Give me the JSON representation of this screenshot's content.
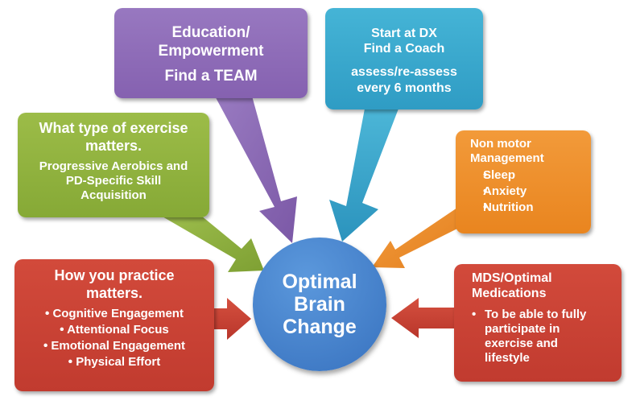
{
  "colors": {
    "purple": "#8d6ab5",
    "teal": "#3aa9cd",
    "green": "#8fb23f",
    "orange": "#ef8f2f",
    "red": "#cd4236",
    "blue": "#4a86cf"
  },
  "center": {
    "line1": "Optimal",
    "line2": "Brain",
    "line3": "Change"
  },
  "education": {
    "line1": "Education/",
    "line2": "Empowerment",
    "line3": "Find a TEAM"
  },
  "start": {
    "line1": "Start at DX",
    "line2": "Find a Coach",
    "line3": "assess/re-assess",
    "line4": "every 6 months"
  },
  "exercise": {
    "title1": "What type of exercise",
    "title2": "matters.",
    "body1": "Progressive Aerobics and",
    "body2": "PD-Specific Skill",
    "body3": "Acquisition"
  },
  "nonmotor": {
    "title1": "Non motor",
    "title2": "Management",
    "items": [
      "Sleep",
      "Anxiety",
      "Nutrition"
    ]
  },
  "practice": {
    "title1": "How you practice",
    "title2": "matters.",
    "items": [
      "Cognitive Engagement",
      "Attentional Focus",
      "Emotional Engagement",
      "Physical Effort"
    ]
  },
  "mds": {
    "title1": "MDS/Optimal",
    "title2": "Medications",
    "item_lines": [
      "To be able to fully",
      "participate in",
      "exercise and",
      "lifestyle"
    ]
  }
}
